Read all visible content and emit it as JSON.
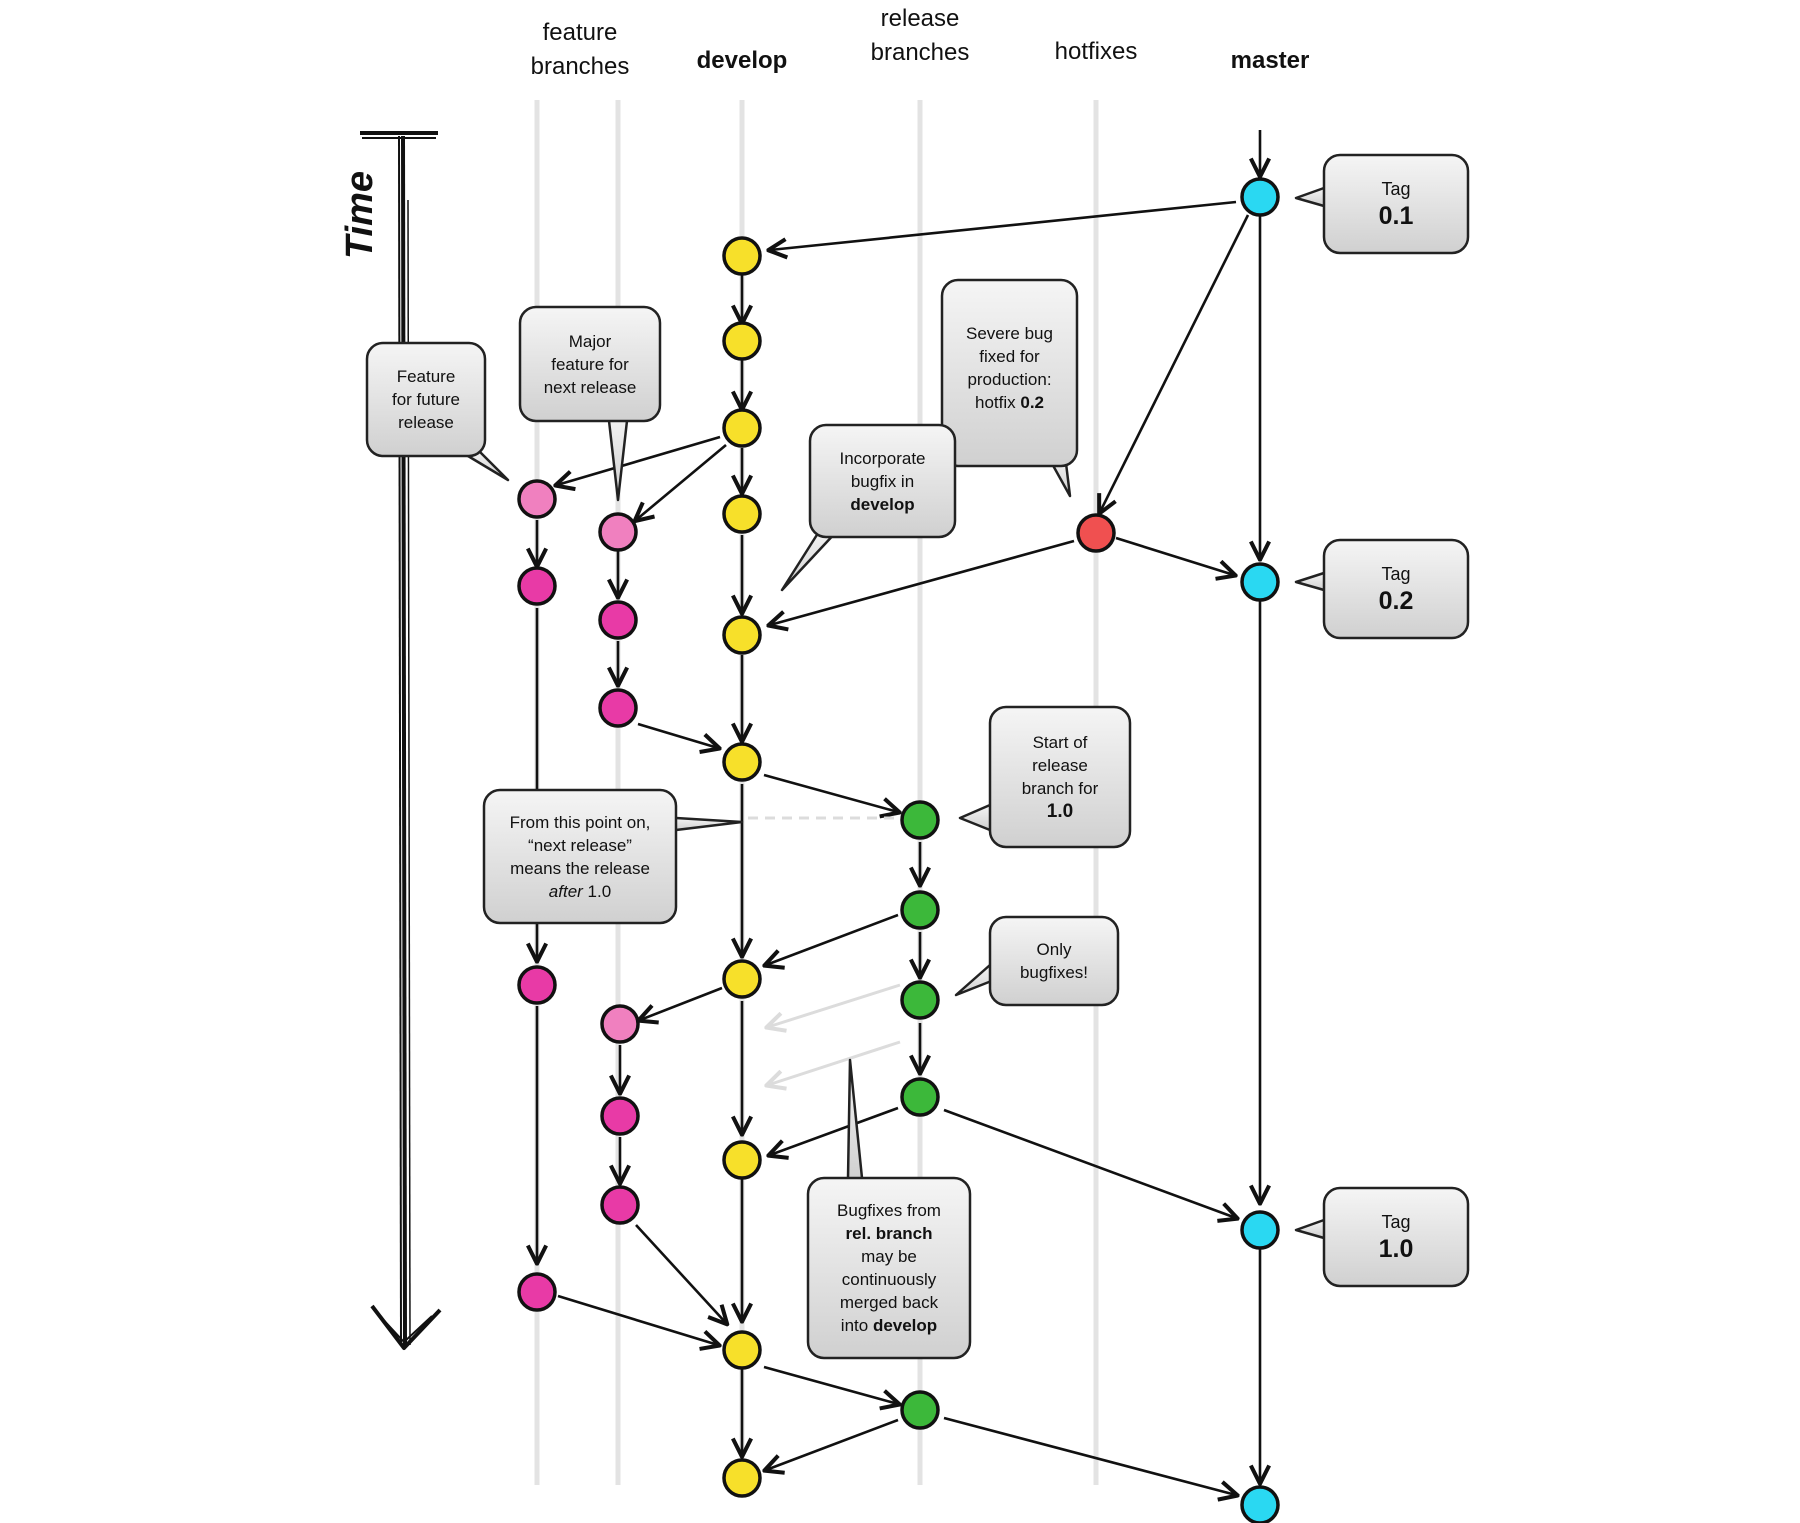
{
  "columns": {
    "feature": "feature\nbranches",
    "develop": "develop",
    "release": "release\nbranches",
    "hotfixes": "hotfixes",
    "master": "master"
  },
  "time_label": "Time",
  "colors": {
    "develop": "#f7e02a",
    "feature_light": "#f080bf",
    "feature_dark": "#e83aa6",
    "release": "#3cb83a",
    "hotfix": "#f05050",
    "master": "#2ad8f2",
    "lane": "#e2e2e2",
    "callout_top": "#f4f4f4",
    "callout_bottom": "#d2d2d2"
  },
  "tags": [
    {
      "word": "Tag",
      "version": "0.1"
    },
    {
      "word": "Tag",
      "version": "0.2"
    },
    {
      "word": "Tag",
      "version": "1.0"
    }
  ],
  "callouts": {
    "feature_future": [
      "Feature",
      "for future",
      "release"
    ],
    "major_feature": [
      "Major",
      "feature for",
      "next release"
    ],
    "severe_bug": [
      "Severe bug",
      "fixed for",
      "production:"
    ],
    "severe_bug_last_prefix": "hotfix ",
    "severe_bug_last_bold": "0.2",
    "incorporate": [
      "Incorporate",
      "bugfix in"
    ],
    "incorporate_bold": "develop",
    "start_release": [
      "Start of",
      "release",
      "branch for"
    ],
    "start_release_bold": "1.0",
    "next_release": [
      "From this point on,",
      "“next release”",
      "means the release"
    ],
    "next_release_italic": "after",
    "next_release_tail": " 1.0",
    "only_bugfixes": [
      "Only",
      "bugfixes!"
    ],
    "bugfixes_from": "Bugfixes from",
    "bugfixes_bold1": "rel. branch",
    "bugfixes_mid": [
      "may be",
      "continuously",
      "merged back"
    ],
    "bugfixes_into": "into ",
    "bugfixes_bold2": "develop"
  }
}
